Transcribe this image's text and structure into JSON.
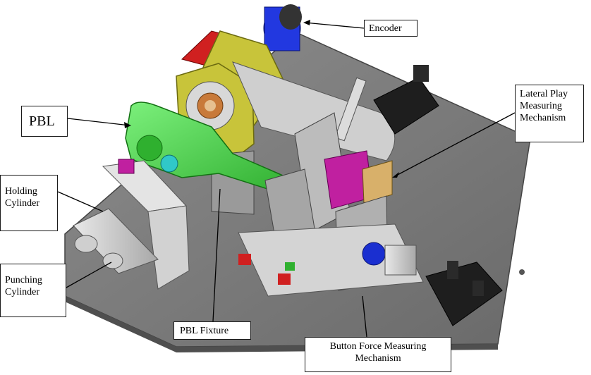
{
  "labels": {
    "encoder": "Encoder",
    "lateral": "Lateral Play\nMeasuring\nMechanism",
    "pbl": "PBL",
    "holding": "Holding\nCylinder",
    "punching": "Punching\nCylinder",
    "fixture": "PBL Fixture",
    "button": "Button Force Measuring\nMechanism"
  },
  "colors": {
    "base_plate": "#7a7a7a",
    "pbl_green": "#3fd23f",
    "yellow_plate": "#c8c43a",
    "encoder_blue": "#1a2fd0",
    "red_plate": "#d02020",
    "magenta_part": "#c020a0",
    "motor_black": "#1e1e1e"
  }
}
